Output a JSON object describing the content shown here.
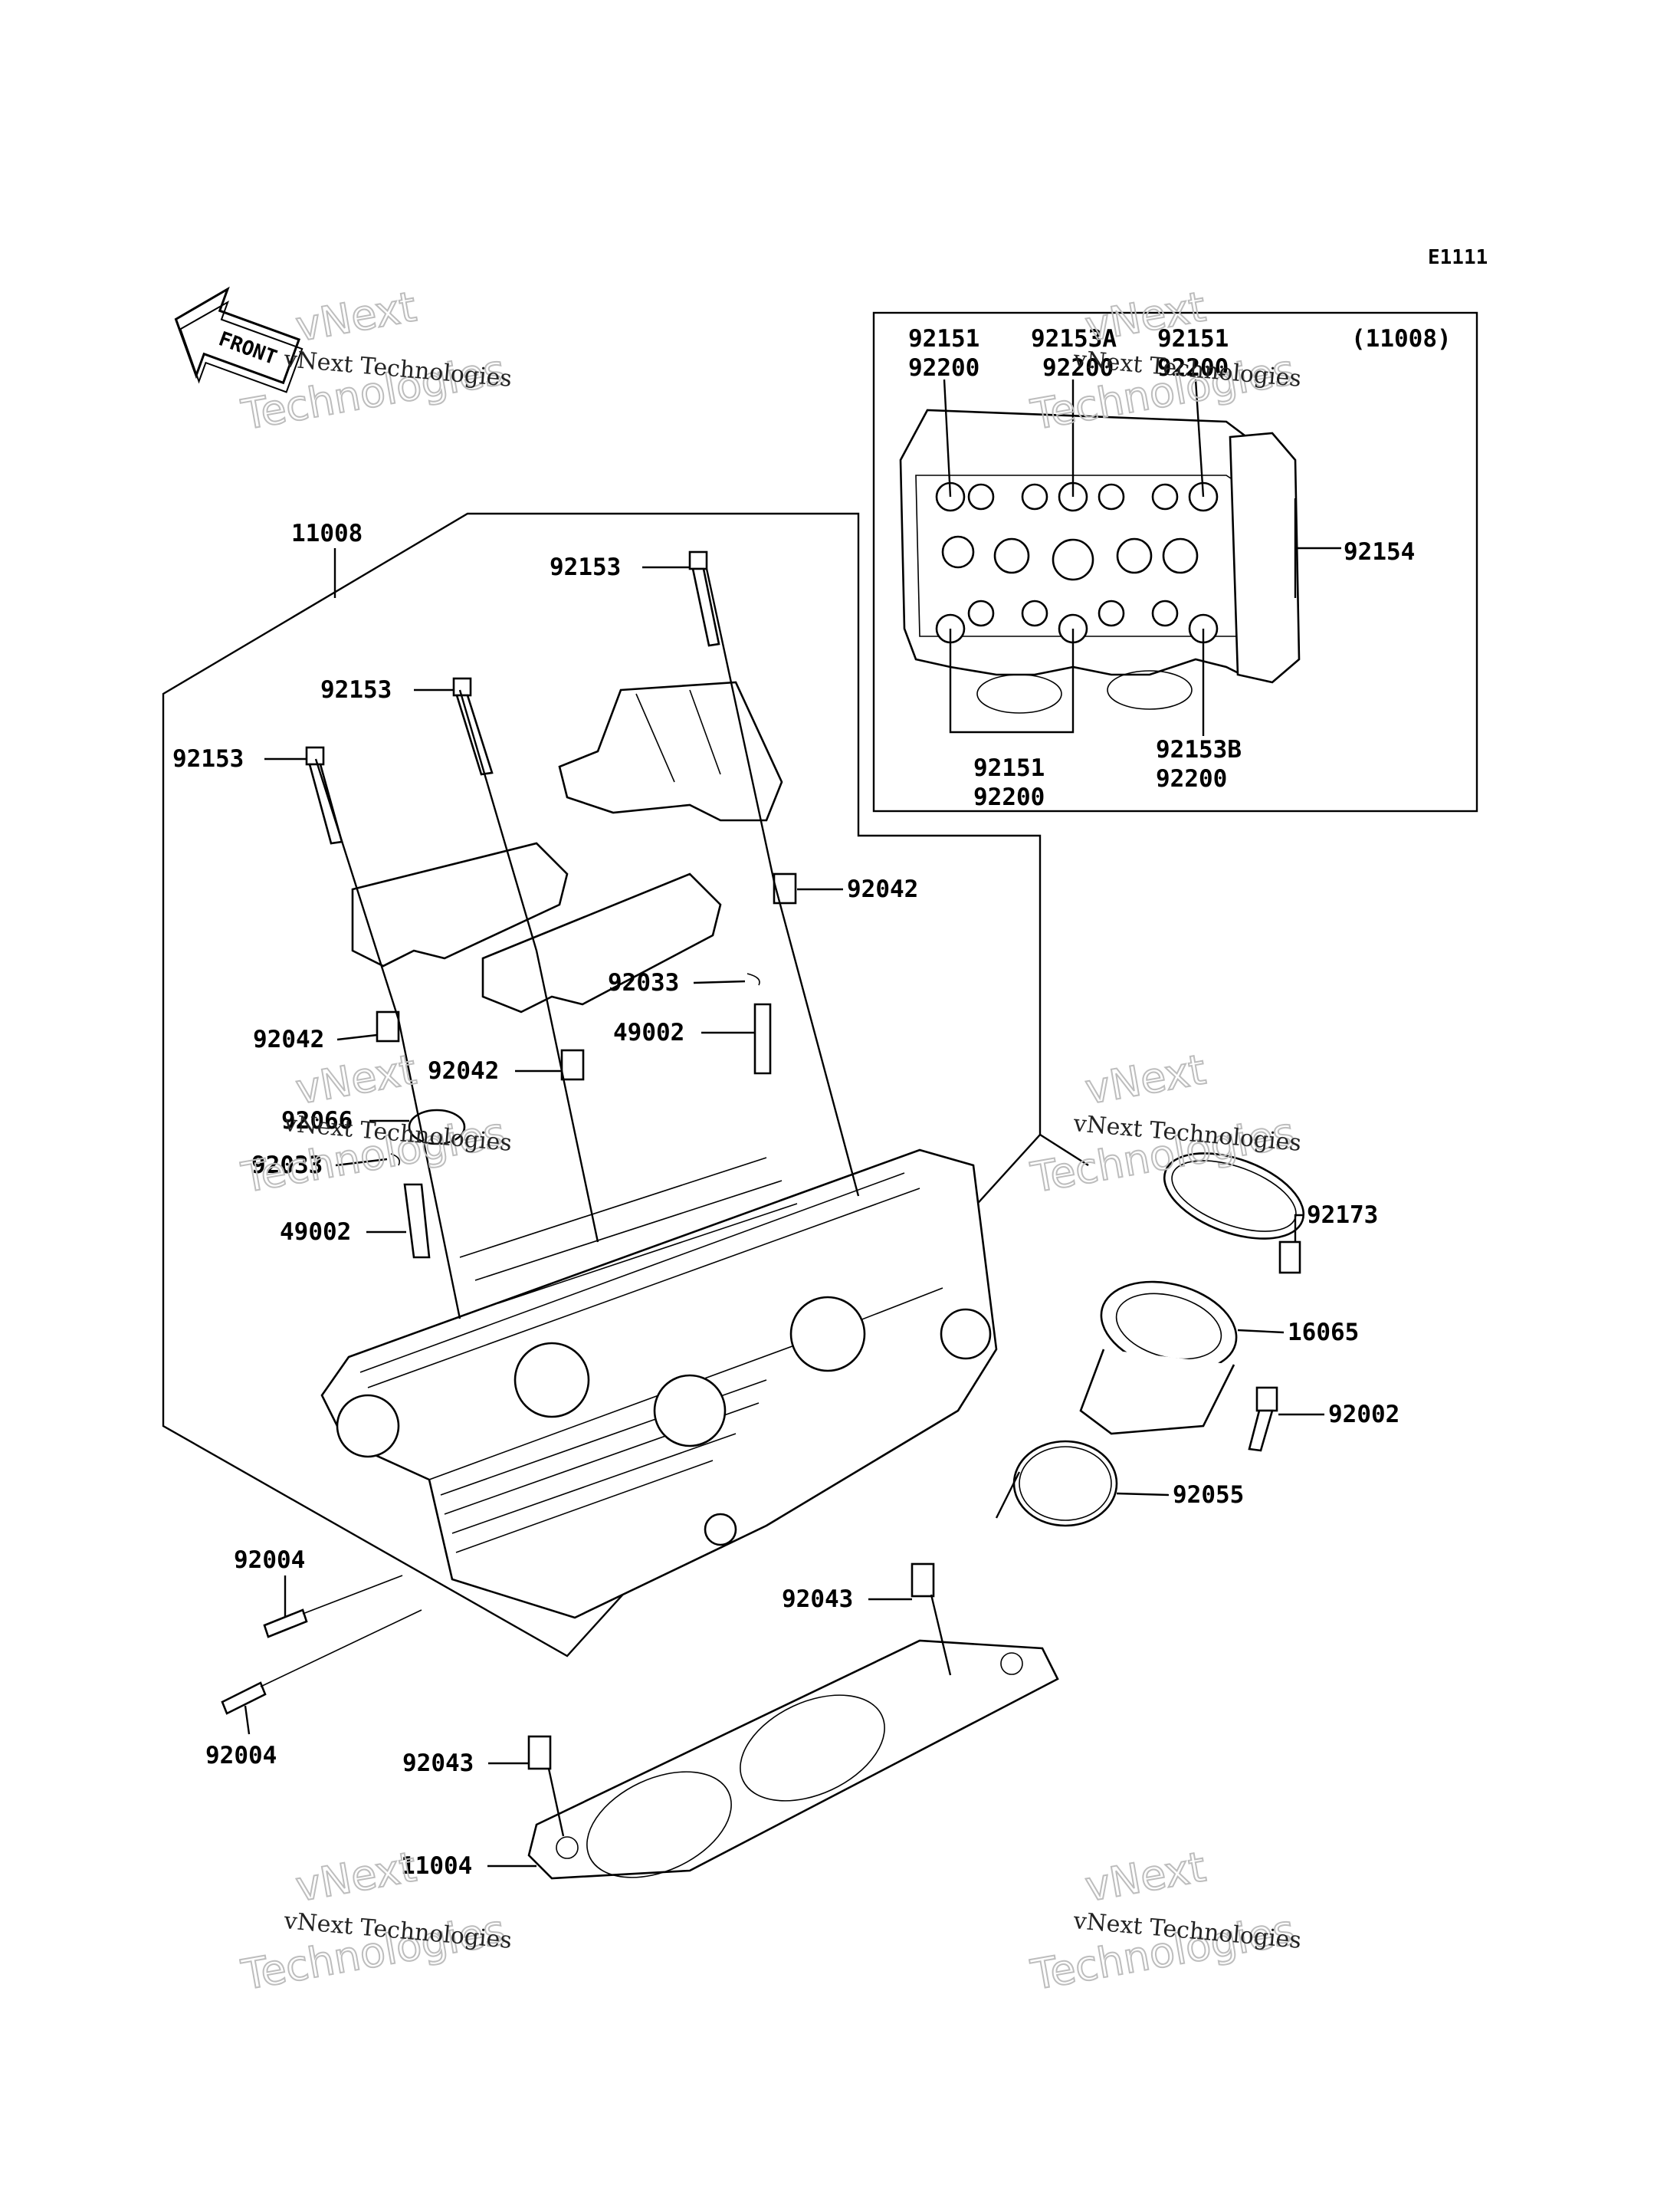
{
  "diagram_code": "E1111",
  "front_label": "FRONT",
  "watermark": {
    "small": "vNext Technologies",
    "top": "vNext",
    "bottom": "Technologies"
  },
  "inset": {
    "assembly_ref": "(11008)",
    "labels": [
      {
        "id": "i-92151-a",
        "text": "92151"
      },
      {
        "id": "i-92200-a",
        "text": "92200"
      },
      {
        "id": "i-92153a",
        "text": "92153A"
      },
      {
        "id": "i-92200-b",
        "text": "92200"
      },
      {
        "id": "i-92151-b",
        "text": "92151"
      },
      {
        "id": "i-92200-c",
        "text": "92200"
      },
      {
        "id": "i-92154",
        "text": "92154"
      },
      {
        "id": "i-92151-c",
        "text": "92151"
      },
      {
        "id": "i-92200-d",
        "text": "92200"
      },
      {
        "id": "i-92153b",
        "text": "92153B"
      },
      {
        "id": "i-92200-e",
        "text": "92200"
      }
    ]
  },
  "parts": [
    {
      "id": "p-11008",
      "text": "11008"
    },
    {
      "id": "p-92153-a",
      "text": "92153"
    },
    {
      "id": "p-92153-b",
      "text": "92153"
    },
    {
      "id": "p-92153-c",
      "text": "92153"
    },
    {
      "id": "p-92042-a",
      "text": "92042"
    },
    {
      "id": "p-92033-a",
      "text": "92033"
    },
    {
      "id": "p-49002-a",
      "text": "49002"
    },
    {
      "id": "p-92042-b",
      "text": "92042"
    },
    {
      "id": "p-92042-c",
      "text": "92042"
    },
    {
      "id": "p-92066",
      "text": "92066"
    },
    {
      "id": "p-92033-b",
      "text": "92033"
    },
    {
      "id": "p-49002-b",
      "text": "49002"
    },
    {
      "id": "p-92173",
      "text": "92173"
    },
    {
      "id": "p-16065",
      "text": "16065"
    },
    {
      "id": "p-92002",
      "text": "92002"
    },
    {
      "id": "p-92055",
      "text": "92055"
    },
    {
      "id": "p-92004-a",
      "text": "92004"
    },
    {
      "id": "p-92004-b",
      "text": "92004"
    },
    {
      "id": "p-92043-a",
      "text": "92043"
    },
    {
      "id": "p-92043-b",
      "text": "92043"
    },
    {
      "id": "p-11004",
      "text": "11004"
    }
  ]
}
